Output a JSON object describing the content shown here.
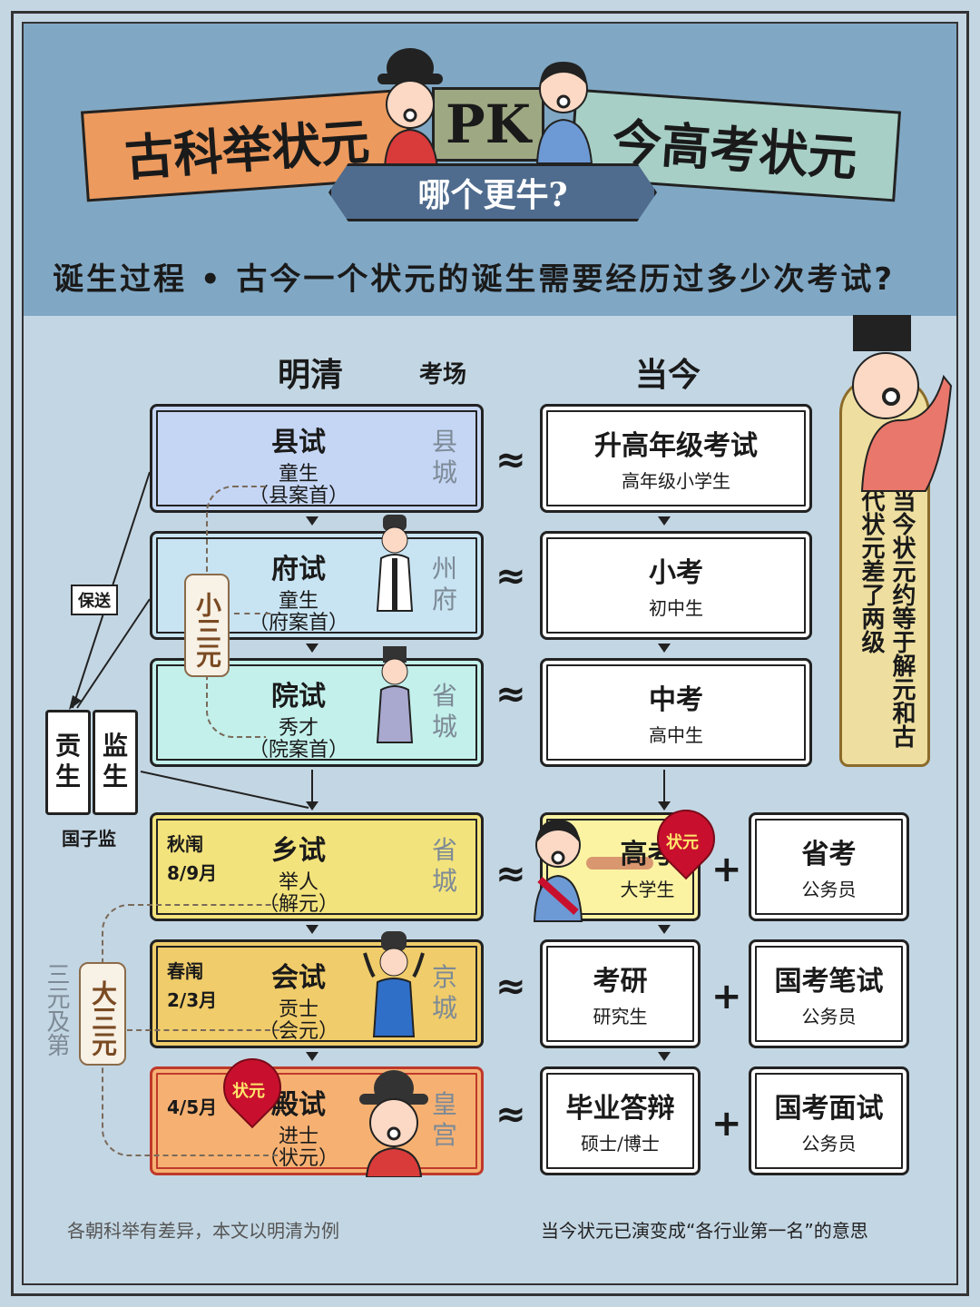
{
  "header": {
    "left_banner": "古科举状元",
    "pk": "PK",
    "right_banner": "今高考状元",
    "subtitle": "哪个更牛?",
    "question": "诞生过程 • 古今一个状元的诞生需要经历过多少次考试?"
  },
  "columns": {
    "ancient": "明清",
    "venue": "考场",
    "modern": "当今"
  },
  "ancient_exams": [
    {
      "name": "县试",
      "title": "童生",
      "honor": "（县案首）",
      "place": "县城",
      "color": "#c5d6f5"
    },
    {
      "name": "府试",
      "title": "童生",
      "honor": "（府案首）",
      "place": "州府",
      "color": "#c8e4f3"
    },
    {
      "name": "院试",
      "title": "秀才",
      "honor": "（院案首）",
      "place": "省城",
      "color": "#c3f0eb"
    },
    {
      "name": "乡试",
      "title": "举人",
      "honor": "（解元）",
      "place": "省城",
      "season": "秋闱",
      "month": "8/9月",
      "color": "#f3e37c"
    },
    {
      "name": "会试",
      "title": "贡士",
      "honor": "（会元）",
      "place": "京城",
      "season": "春闱",
      "month": "2/3月",
      "color": "#f0cc6a"
    },
    {
      "name": "殿试",
      "title": "进士",
      "honor": "（状元）",
      "place": "皇宫",
      "month": "4/5月",
      "color": "#f6b172",
      "badge": "状元"
    }
  ],
  "modern_exams": [
    {
      "name": "升高年级考试",
      "who": "高年级小学生"
    },
    {
      "name": "小考",
      "who": "初中生"
    },
    {
      "name": "中考",
      "who": "高中生"
    },
    {
      "name": "高考",
      "who": "大学生",
      "badge": "状元"
    },
    {
      "name": "考研",
      "who": "研究生"
    },
    {
      "name": "毕业答辩",
      "who": "硕士/博士"
    }
  ],
  "civil_exams": [
    {
      "name": "省考",
      "who": "公务员"
    },
    {
      "name": "国考笔试",
      "who": "公务员"
    },
    {
      "name": "国考面试",
      "who": "公务员"
    }
  ],
  "symbols": {
    "approx": "≈",
    "plus": "+"
  },
  "side": {
    "baosong": "保送",
    "gongsheng": "贡生",
    "jiansheng": "监生",
    "guozijian": "国子监",
    "xiao": "小三元",
    "da": "大三元",
    "sanyuan": "三元及第"
  },
  "note": "当今状元约等于解元和古代状元差了两级",
  "footer": {
    "left": "各朝科举有差异，本文以明清为例",
    "right": "当今状元已演变成“各行业第一名”的意思"
  }
}
